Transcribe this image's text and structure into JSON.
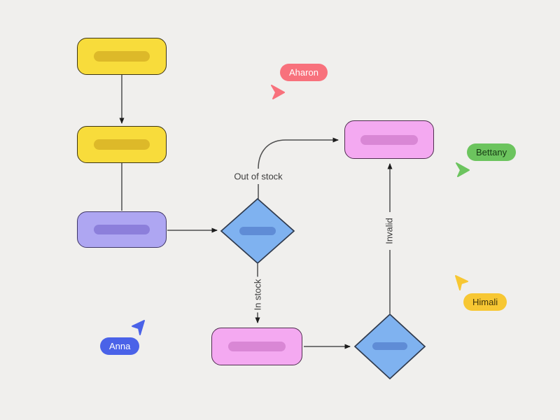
{
  "app": {
    "type": "collaborative-whiteboard-flowchart"
  },
  "canvas": {
    "background": "#F0EFED"
  },
  "palette": {
    "canvas-bg": "#F0EFED",
    "edge-line": "#4E4E4E",
    "edge-arrow": "#1C1C1C",
    "edge-label": "#3D3D3D",
    "yellow-fill": "#F8DC3B",
    "yellow-pill": "#DDB929",
    "yellow-border": "#3C3415",
    "purple-fill": "#AEA6F2",
    "purple-pill": "#8C7FDB",
    "purple-border": "#3F3666",
    "blue-fill": "#7FB2F0",
    "blue-pill": "#5F8CD6",
    "blue-border": "#2F3A4D",
    "pink-fill": "#F4A9F1",
    "pink-pill": "#D987D5",
    "pink-border": "#502D50"
  },
  "diagram": {
    "nodes": [
      {
        "id": "process-1",
        "shape": "rounded-rect",
        "color": "yellow",
        "text": ""
      },
      {
        "id": "process-2",
        "shape": "rounded-rect",
        "color": "yellow",
        "text": ""
      },
      {
        "id": "process-3",
        "shape": "rounded-rect",
        "color": "purple",
        "text": ""
      },
      {
        "id": "decision-1",
        "shape": "diamond",
        "color": "blue",
        "text": ""
      },
      {
        "id": "terminal-1",
        "shape": "rounded-rect",
        "color": "pink",
        "text": ""
      },
      {
        "id": "terminal-2",
        "shape": "rounded-rect",
        "color": "pink",
        "text": ""
      },
      {
        "id": "decision-2",
        "shape": "diamond",
        "color": "blue",
        "text": ""
      }
    ],
    "edges": [
      {
        "from": "process-1",
        "to": "process-2",
        "label": "",
        "arrow": true
      },
      {
        "from": "process-2",
        "to": "process-3",
        "label": "",
        "arrow": false
      },
      {
        "from": "process-3",
        "to": "decision-1",
        "label": "",
        "arrow": true
      },
      {
        "from": "decision-1",
        "to": "terminal-1",
        "label": "Out of stock",
        "arrow": true
      },
      {
        "from": "decision-1",
        "to": "terminal-2",
        "label": "In stock",
        "arrow": true
      },
      {
        "from": "terminal-2",
        "to": "decision-2",
        "label": "",
        "arrow": true
      },
      {
        "from": "decision-2",
        "to": "terminal-1",
        "label": "Invalid",
        "arrow": true
      }
    ]
  },
  "collaborators": [
    {
      "name": "Aharon",
      "color": "#F8717C",
      "text_color": "#FFFFFF",
      "cursor_direction": "right"
    },
    {
      "name": "Bettany",
      "color": "#6CC45E",
      "text_color": "#173A14",
      "cursor_direction": "right"
    },
    {
      "name": "Himali",
      "color": "#F7C733",
      "text_color": "#423509",
      "cursor_direction": "up-left"
    },
    {
      "name": "Anna",
      "color": "#4A62E8",
      "text_color": "#FFFFFF",
      "cursor_direction": "up-right"
    }
  ]
}
